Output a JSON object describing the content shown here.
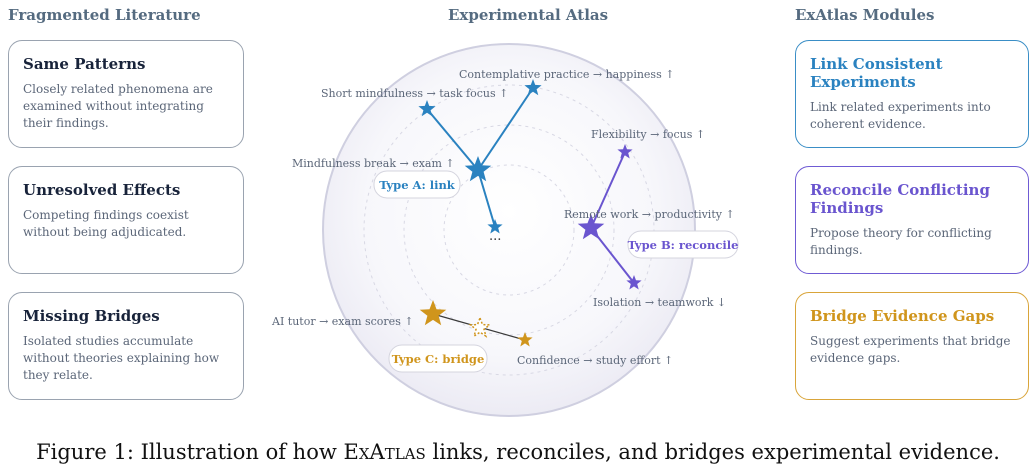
{
  "headings": {
    "left": "Fragmented Literature",
    "center": "Experimental Atlas",
    "right": "ExAtlas Modules"
  },
  "left_cards": [
    {
      "title": "Same Patterns",
      "body": "Closely related phenomena are examined without integrating their findings."
    },
    {
      "title": "Unresolved Effects",
      "body": "Competing findings coexist without being adjudicated."
    },
    {
      "title": "Missing Bridges",
      "body": "Isolated studies accumulate without theories explaining how they relate."
    }
  ],
  "right_cards": [
    {
      "title": "Link Consistent Experiments",
      "body": "Link related experiments into coherent evidence.",
      "color": "#2a82c0"
    },
    {
      "title": "Reconcile Conflicting Findings",
      "body": "Propose theory for conflicting findings.",
      "color": "#6a55cf"
    },
    {
      "title": "Bridge Evidence Gaps",
      "body": "Suggest experiments that bridge evidence gaps.",
      "color": "#d0951c"
    }
  ],
  "atlas": {
    "node_labels": {
      "contemplative": "Contemplative practice → happiness ↑",
      "short_mindfulness": "Short mindfulness → task focus ↑",
      "mindfulness_break": "Mindfulness break → exam ↑",
      "flexibility": "Flexibility → focus ↑",
      "remote": "Remote work → productivity ↑",
      "isolation": "Isolation → teamwork ↓",
      "ai_tutor": "AI tutor → exam scores ↑",
      "confidence": "Confidence → study effort ↑",
      "ellipsis": "..."
    },
    "badges": {
      "a": "Type A: link",
      "b": "Type B: reconcile",
      "c": "Type C: bridge"
    },
    "colors": {
      "link": "#2a82c0",
      "reconcile": "#6a55cf",
      "bridge": "#d0951c"
    }
  },
  "caption": {
    "prefix": "Figure 1: Illustration of how ",
    "name_first": "E",
    "name_small_1": "X",
    "name_mid": "A",
    "name_small_2": "TLAS",
    "suffix": " links, reconciles, and bridges experimental evidence."
  }
}
